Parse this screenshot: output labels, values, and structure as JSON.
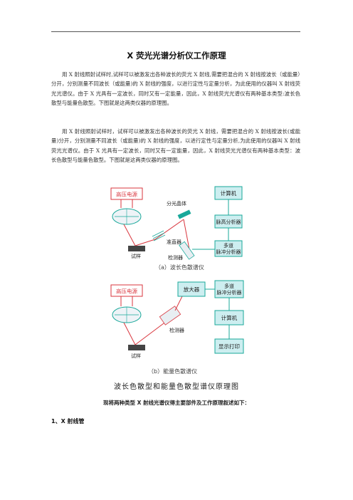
{
  "document": {
    "title": "X 荧光光谱分析仪工作原理",
    "paragraphs": [
      "用 X 射线照射试样时,试样可以被激发出各种波长的荧光 X 射线,需要把混合的 X 射线按波长（或能量）分开，分别测量不同波长（或能量)的 X 射线的强度，以进行定性与定量分析，为此使用的仪器叫 X 射线荧光光谱仪。由于 X 光具有一定波长，同时又有一定能量，因此，X 射线荧光光谱仪有两种基本类型:波长色散型与能量色散型。下图就是这两类仪器的原理图。",
      "用 X 射线照射试样时，试样可以被激发出各种波长的荧光 X 射线，需要把混合的 X 射线按波长(或能量)分开，分别测量不同波长（或能量)的 X 射线的强度，以进行定性与定量分析,为此使用的仪器叫 X 射线荧光光谱仪。由于 X 光具有一定波长，同时又有一定能量，因此，X 射线荧光光谱仪有两种基本类型：波长色散型与能量色散型。下图就是这两类仪器的原理图。"
    ],
    "summary": "现将两种类型 X 射线光谱仪得主要部件及工作原理叙述如下：",
    "section_heading": "1、X 射线管"
  },
  "figure": {
    "panel_a": {
      "high_voltage": "高压电源",
      "crystal": "分光晶体",
      "collimator": "准直器",
      "sample": "试样",
      "detector": "检测器",
      "computer": "计算机",
      "pulse_analyzer": "脉高分析器",
      "multichannel": [
        "多道",
        "脉冲分析器"
      ],
      "caption": "（a）波长色散谱仪"
    },
    "panel_b": {
      "high_voltage": "高压电源",
      "amplifier": "放大器",
      "multichannel": [
        "多道",
        "脉冲分析器"
      ],
      "detector": "检测器",
      "computer": "计算机",
      "display": "显示打印",
      "sample": "试样",
      "caption": "（b）能量色散谱仪"
    },
    "caption": "波长色散型和能量色散型谱仪原理图",
    "colors": {
      "red": "#d9363e",
      "teal": "#19a89a",
      "box_fill": "#cdeef0"
    }
  }
}
